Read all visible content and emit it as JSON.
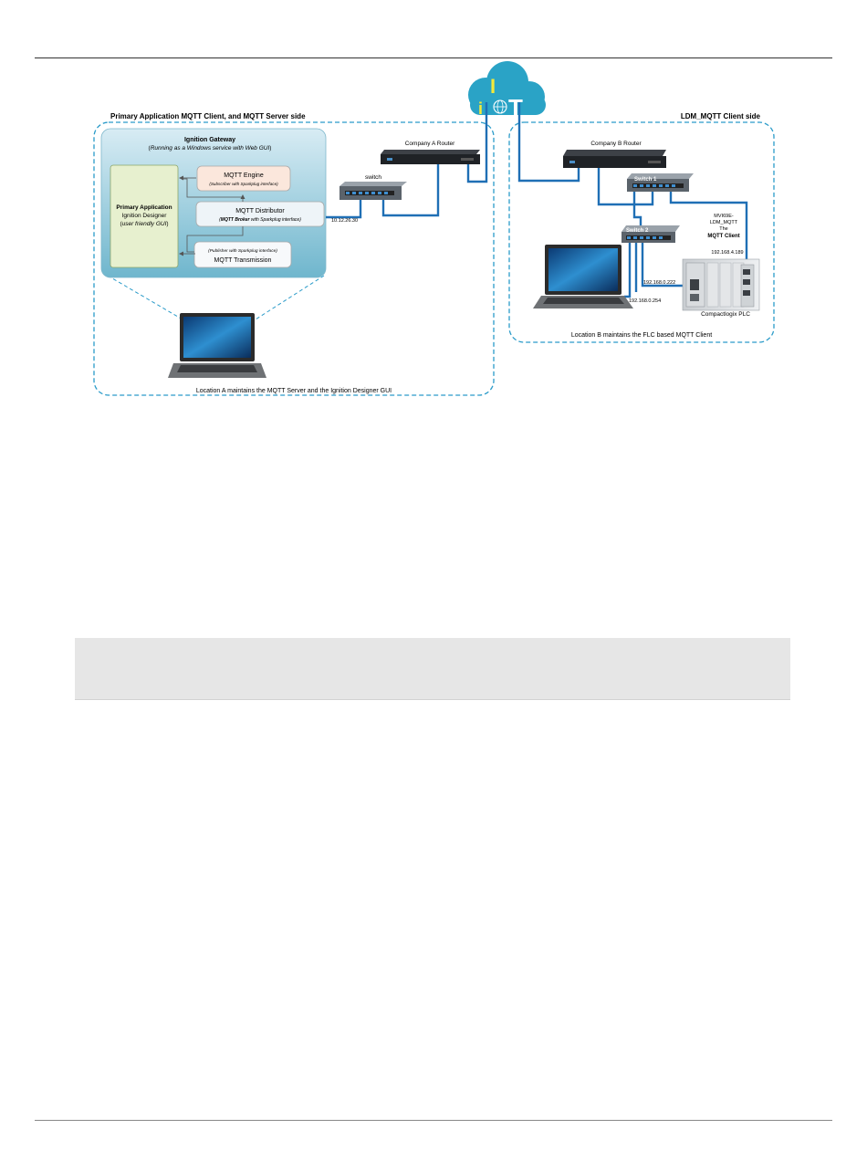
{
  "diagram": {
    "side_a_title": "Primary Application MQTT Client, and MQTT Server side",
    "side_b_title": "LDM_MQTT Client side",
    "gateway": {
      "title": "Ignition Gateway",
      "subtitle_a": "(",
      "subtitle_b": "Running as a Windows service with Web GUI",
      "subtitle_c": ")"
    },
    "primary_app": {
      "title": "Primary Application",
      "line2": "Ignition Designer",
      "line3_a": "(",
      "line3_b": "user friendly GUI",
      "line3_c": ")"
    },
    "mqtt_engine": {
      "title": "MQTT Engine",
      "sub": "(Subscriber with Sparkplug interface)"
    },
    "mqtt_distributor": {
      "title": "MQTT Distributor",
      "sub_a": "(",
      "sub_b": "MQTT Broker",
      "sub_c": " with Sparkplug interface)"
    },
    "mqtt_transmission": {
      "sub_a": "(",
      "sub_b": "Publisher with Sparkplug interface",
      "sub_c": ")",
      "title": "MQTT Transmission"
    },
    "router_a": "Company A Router",
    "switch_a": "switch",
    "ip_a": "10.12.26.30",
    "location_a": "Location A maintains the MQTT Server and the Ignition Designer GUI",
    "router_b": "Company B Router",
    "switch_1": "Switch 1",
    "switch_2": "Switch 2",
    "client_name": {
      "line1": "MVI69E-",
      "line2": "LDM_MQTT",
      "line3": "The",
      "line4": "MQTT Client"
    },
    "ip_b1": "192.168.4.189",
    "ip_b2": "192.168.0.222",
    "ip_b3": "192.168.0.254",
    "plc": "Compactlogix PLC",
    "location_b": "Location B maintains the FLC based MQTT Client",
    "iot_logo_letters": "IiT"
  },
  "colors": {
    "dash": "#2a9bc9",
    "cable": "#1f6fb5",
    "gateway_top": "#d8ecf4",
    "gateway_bottom": "#6fb6cd",
    "primary_fill": "#e7f0cf",
    "engine_fill": "#fbe7dc",
    "cloud": "#2aa3c6",
    "logo_yellow": "#f3ea3a"
  }
}
